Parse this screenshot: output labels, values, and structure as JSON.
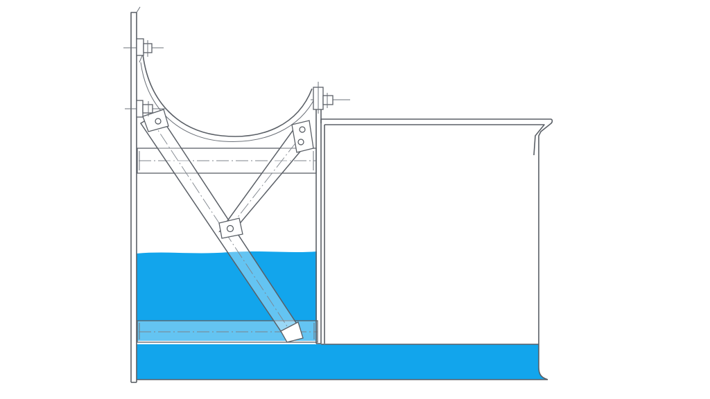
{
  "drawing": {
    "kind": "technical-section",
    "colors": {
      "water": "#12a5ec",
      "line": "#5a5f66",
      "background": "#ffffff"
    },
    "elements": [
      "left-wall",
      "right-tank",
      "curved-plate",
      "diagonal-strut-long",
      "diagonal-strut-short",
      "upper-crossbar",
      "lower-crossbar",
      "water-upper-chamber",
      "water-bottom-channel"
    ]
  }
}
